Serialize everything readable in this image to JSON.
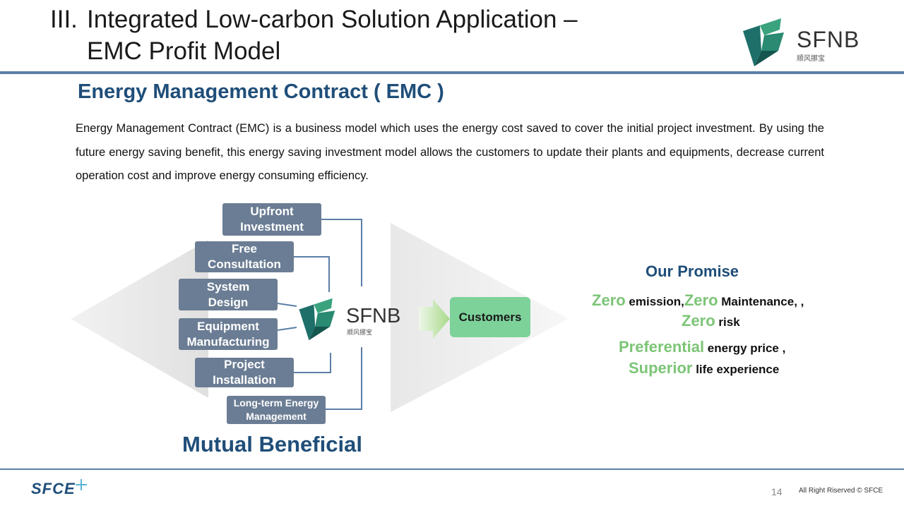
{
  "header": {
    "numeral": "III.",
    "title_line1": "Integrated Low-carbon Solution Application –",
    "title_line2": "EMC Profit Model",
    "logo_text": "SFNB",
    "logo_subtext": "顺风挪宝"
  },
  "section": {
    "title": "Energy Management Contract ( EMC )",
    "paragraph": "Energy Management Contract (EMC) is a business model which uses the energy cost saved to cover the initial project investment. By using the future energy saving benefit, this energy saving investment model allows the customers to update their plants and equipments, decrease current operation cost and improve energy consuming efficiency."
  },
  "diagram": {
    "services": [
      {
        "line1": "Upfront",
        "line2": "Investment"
      },
      {
        "line1": "Free",
        "line2": "Consultation"
      },
      {
        "line1": "System",
        "line2": "Design"
      },
      {
        "line1": "Equipment",
        "line2": "Manufacturing"
      },
      {
        "line1": "Project",
        "line2": "Installation"
      },
      {
        "line1": "Long-term Energy",
        "line2": "Management"
      }
    ],
    "center_logo_text": "SFNB",
    "center_logo_subtext": "顺风挪宝",
    "customers": "Customers",
    "caption": "Mutual Beneficial"
  },
  "promise": {
    "title": "Our Promise",
    "l1_a": "Zero",
    "l1_b": " emission,",
    "l1_c": "Zero",
    "l1_d": " Maintenance,  ,",
    "l2_a": "Zero",
    "l2_b": " risk",
    "l3_a": "Preferential",
    "l3_b": " energy price ,",
    "l4_a": "Superior",
    "l4_b": "  life experience"
  },
  "footer": {
    "brand": "SFCE",
    "page_number": "14",
    "copyright": "All Right Riserved © SFCE"
  }
}
